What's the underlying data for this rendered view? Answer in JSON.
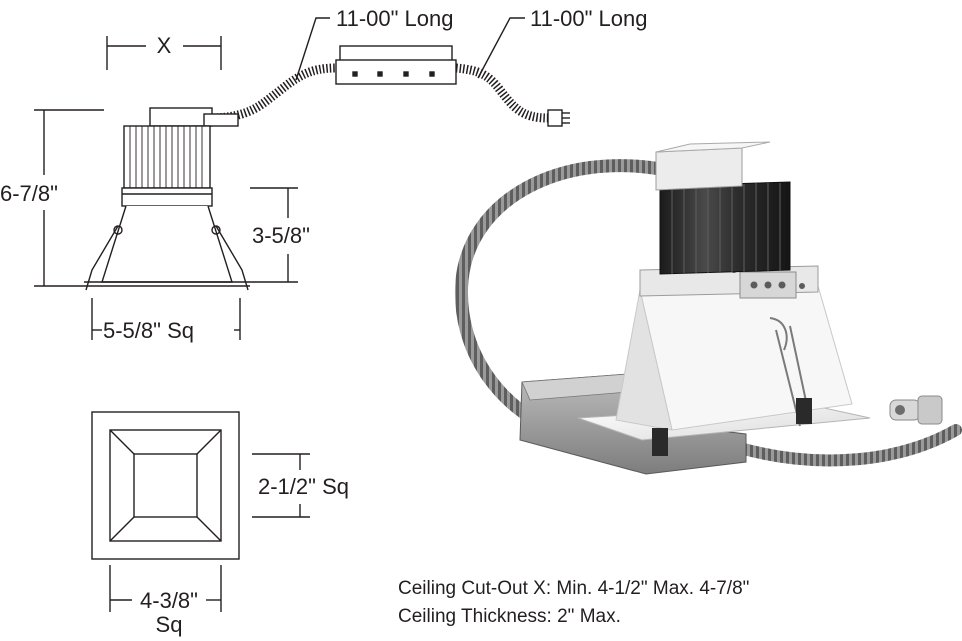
{
  "dimensions": {
    "cutout_label": "X",
    "cable_left": "11-00\" Long",
    "cable_right": "11-00\" Long",
    "overall_height": "6-7/8\"",
    "trim_height": "3-5/8\"",
    "trim_width": "5-5/8\" Sq",
    "aperture": "2-1/2\" Sq",
    "face_width_line1": "4-3/8\"",
    "face_width_line2": "Sq"
  },
  "notes": {
    "cutout": "Ceiling Cut-Out X:  Min. 4-1/2\" Max. 4-7/8\"",
    "thickness": "Ceiling Thickness:  2\" Max."
  },
  "colors": {
    "line": "#231f20",
    "heatsink": "#2b2b2b",
    "trim_white": "#f4f4f4",
    "metal": "#a9a9a9"
  }
}
